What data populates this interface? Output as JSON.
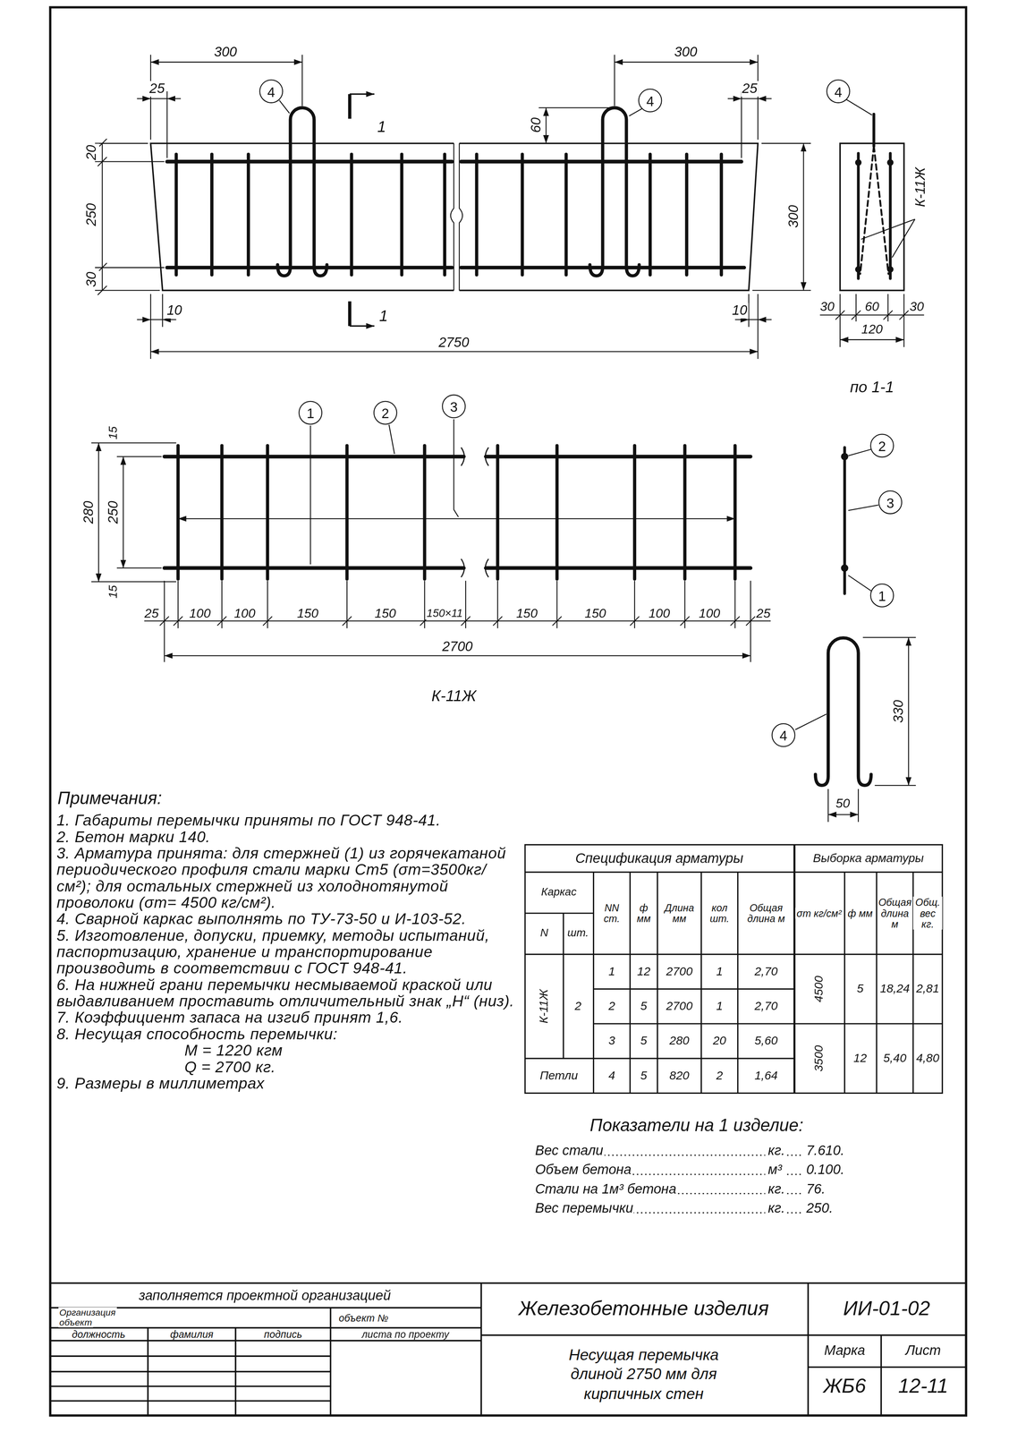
{
  "diagram": {
    "nodes": [
      {
        "text": [
          "4"
        ]
      },
      {
        "text": [
          "4"
        ]
      },
      {
        "text": [
          "4"
        ]
      },
      {
        "text": [
          "1"
        ]
      },
      {
        "text": [
          "2"
        ]
      },
      {
        "text": [
          "3"
        ]
      },
      {
        "text": [
          "2"
        ]
      },
      {
        "text": [
          "3"
        ]
      },
      {
        "text": [
          "1"
        ]
      },
      {
        "text": [
          "4"
        ]
      }
    ],
    "labels": [
      "300",
      "25",
      "300",
      "25",
      "60",
      "1",
      "20",
      "250",
      "30",
      "300",
      "10",
      "1",
      "10",
      "2750",
      "К-11Ж",
      "30",
      "60",
      "30",
      "120",
      "по 1-1",
      "15",
      "280",
      "250",
      "15",
      "25",
      "100",
      "100",
      "150",
      "150",
      "150×11",
      "150",
      "150",
      "100",
      "100",
      "25",
      "2700",
      "К-11Ж",
      "330",
      "50",
      "Примечания:",
      "1. Габариты перемычки приняты по ГОСТ 948-41.",
      "2. Бетон марки 140.",
      "3. Арматура принята: для стержней (1) из горячекатаной периодического профиля стали марки Ст5 (σт=3500кг/см²); для остальных стержней из холоднотянутой проволоки (σт= 4500 кг/см²).",
      "4. Сварной каркас выполнять по ТУ-73-50 и И-103-52.",
      "5. Изготовление, допуски, приемку, методы испытаний, паспортизацию, хранение и транспортирование производить в соответствии с ГОСТ 948-41.",
      "6. На нижней грани перемычки несмываемой краской или выдавливанием проставить отличительный знак „Н“ (низ).",
      "7. Коэффициент запаса на изгиб принят 1,6.",
      "8. Несущая способность перемычки:",
      "М = 1220 кгм",
      "Q = 2700 кг.",
      "9. Размеры в миллиметрах",
      "Спецификация арматуры",
      "Выборка арматуры",
      "Каркас",
      "N",
      "шт.",
      "NN ст.",
      "ф мм",
      "Длина мм",
      "кол шт.",
      "Общая длина м",
      "σт кг/см²",
      "ф мм",
      "Общая длина м",
      "Общ. вес кг.",
      "К-11Ж",
      "2",
      "1",
      "12",
      "2700",
      "1",
      "2,70",
      "2",
      "5",
      "2700",
      "1",
      "2,70",
      "3",
      "5",
      "280",
      "20",
      "5,60",
      "Петли",
      "4",
      "5",
      "820",
      "2",
      "1,64",
      "4500",
      "5",
      "18,24",
      "2,81",
      "3500",
      "12",
      "5,40",
      "4,80",
      "Показатели на 1 изделие:",
      "Вес стали",
      "кг.",
      "7.610.",
      "Объем бетона",
      "м³",
      "0.100.",
      "Стали на 1м³ бетона",
      "кг.",
      "76.",
      "Вес перемычки",
      "кг.",
      "250.",
      "заполняется проектной организацией",
      "Организация",
      "объект",
      "объект №",
      "должность",
      "фамилия",
      "подпись",
      "листа по проекту",
      "Железобетонные изделия",
      "Несущая перемычка длиной 2750 мм для кирпичных стен",
      "ИИ-01-02",
      "Марка",
      "Лист",
      "ЖБ6",
      "12-11"
    ]
  }
}
